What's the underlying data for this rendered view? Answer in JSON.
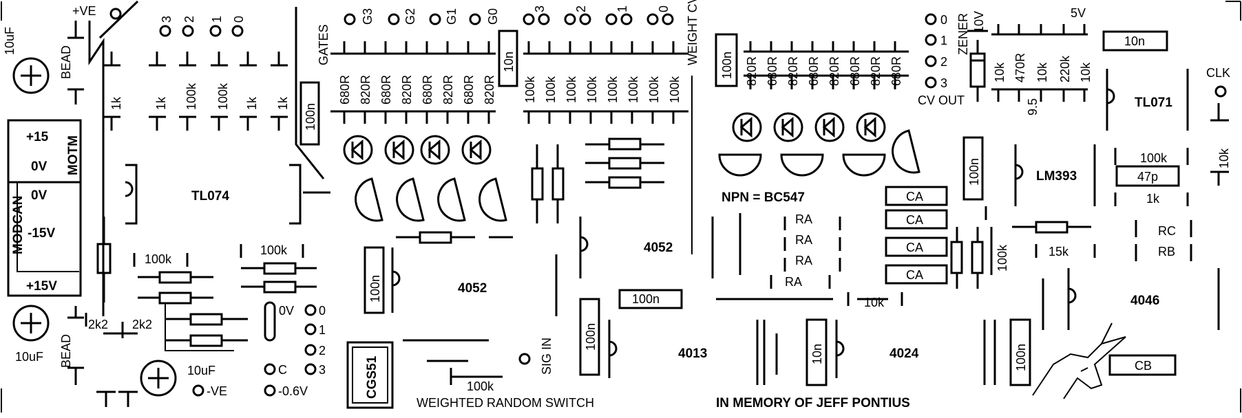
{
  "board": {
    "title": "WEIGHTED RANDOM SWITCH",
    "dedication": "IN MEMORY OF JEFF PONTIUS",
    "npn_note": "NPN = BC547"
  },
  "power": {
    "plus_ve": "+VE",
    "minus_ve": "-VE",
    "minus_06": "-0.6V",
    "zero_v": "0V",
    "five_v": "5V",
    "zener": "ZENER",
    "zener_v": "10V",
    "header": {
      "p15_top": "+15",
      "zero_a": "0V",
      "motm": "MOTM",
      "zero_b": "0V",
      "modcan": "MODCAN",
      "m15": "-15V",
      "p15_bot": "+15V"
    }
  },
  "ics": {
    "tl074": "TL074",
    "u4052a": "4052",
    "u4052b": "4052",
    "u4013": "4013",
    "u4024": "4024",
    "u4046": "4046",
    "lm393": "LM393",
    "tl071": "TL071",
    "cgs": "CGS51"
  },
  "labels": {
    "gates": "GATES",
    "weight_cv_in": "WEIGHT CV IN",
    "cv_out": "CV OUT",
    "sig_in": "SIG IN",
    "clk": "CLK",
    "gate_pads": [
      "G3",
      "G2",
      "G1",
      "G0"
    ],
    "weight_pads": [
      "3",
      "2",
      "1",
      "0"
    ],
    "top_pads": [
      "3",
      "2",
      "1",
      "0"
    ],
    "cv_pads": [
      "0",
      "1",
      "2",
      "3"
    ],
    "bl_pads": [
      "0",
      "1",
      "2",
      "3"
    ],
    "c_pad": "C"
  },
  "parts": {
    "cap_10uf": "10uF",
    "bead": "BEAD",
    "k1": "1k",
    "k100": "100k",
    "k10": "10k",
    "k15": "15k",
    "k2k2": "2k2",
    "r470": "470R",
    "r220k": "220k",
    "r680": "680R",
    "r820": "820R",
    "n100": "100n",
    "n10": "10n",
    "p47": "47p",
    "ra": "RA",
    "rb": "RB",
    "rc": "RC",
    "ca": "CA",
    "cb": "CB",
    "val95": "9.5",
    "row_top": [
      "1k",
      "1k",
      "100k",
      "100k",
      "1k",
      "1k"
    ],
    "gate_res": [
      "680R",
      "820R",
      "680R",
      "820R",
      "680R",
      "820R",
      "680R",
      "820R"
    ],
    "weight_res": [
      "100k",
      "100k",
      "100k",
      "100k",
      "100k",
      "100k",
      "100k",
      "100k"
    ],
    "cv_res": [
      "820R",
      "680R",
      "820R",
      "680R",
      "820R",
      "680R",
      "820R",
      "680R"
    ],
    "zener_res": [
      "10k",
      "470R",
      "10k",
      "220k",
      "10k"
    ]
  }
}
